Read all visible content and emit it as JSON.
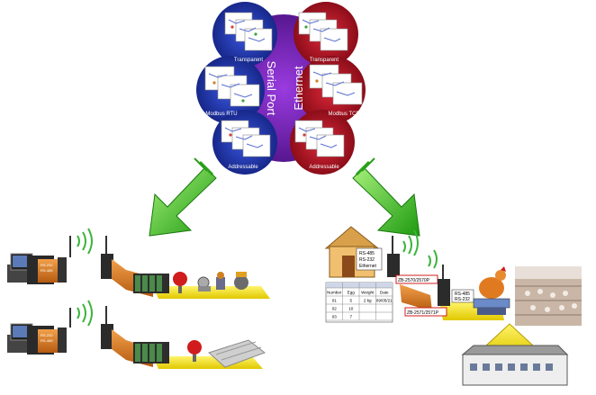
{
  "petals": {
    "left_label": "Serial Port",
    "right_label": "Ethernet",
    "left_top": "Transparent",
    "left_mid": "Modbus RTU",
    "left_bottom": "Addressable",
    "right_top": "Transparent",
    "right_mid": "Modbus TCP",
    "right_bottom": "Addressable"
  },
  "right_scene": {
    "house_labels": [
      "RS-485",
      "RS-232",
      "Ethernet"
    ],
    "device_tag_1": "ZB-2570/2570P",
    "device_tag_2": "ZB-2571/2571P",
    "scale_labels": [
      "RS-485",
      "RS-232"
    ],
    "table": {
      "columns": [
        "Number",
        "Egg",
        "Weight",
        "Date"
      ],
      "rows": [
        [
          "01",
          "5",
          "2 kg",
          "09/05/21"
        ],
        [
          "02",
          "10",
          "",
          ""
        ],
        [
          "03",
          "7",
          "",
          ""
        ]
      ]
    }
  },
  "left_scene": {
    "pc_labels_top": [
      "RS-232",
      "RS-485"
    ],
    "pc_labels_bottom": [
      "RS-232",
      "RS-485"
    ]
  },
  "colors": {
    "blue_petal": "#1a2f9e",
    "red_petal": "#b01020",
    "purple_center": "#6a1ba8",
    "arrow_green": "#3fbf1f",
    "orange_band": "#d9781e",
    "yellow_band": "#f2e21a"
  }
}
